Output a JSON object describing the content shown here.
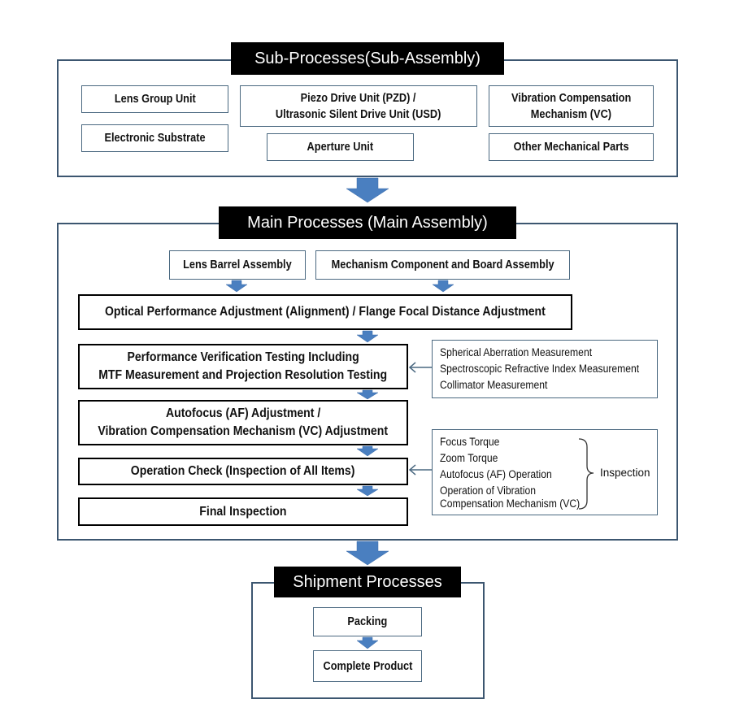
{
  "sub": {
    "title": "Sub-Processes(Sub-Assembly)",
    "lens_group": "Lens Group Unit",
    "electronic": "Electronic Substrate",
    "piezo_line1": "Piezo Drive Unit (PZD) /",
    "piezo_line2": "Ultrasonic Silent Drive Unit (USD)",
    "aperture": "Aperture Unit",
    "vc_line1": "Vibration Compensation",
    "vc_line2": "Mechanism (VC)",
    "other": "Other Mechanical Parts"
  },
  "main": {
    "title": "Main Processes (Main Assembly)",
    "lens_barrel": "Lens Barrel Assembly",
    "mechanism": "Mechanism Component and Board Assembly",
    "optical": "Optical Performance Adjustment (Alignment) / Flange Focal Distance Adjustment",
    "perf_line1": "Performance Verification Testing Including",
    "perf_line2": "MTF Measurement and Projection Resolution Testing",
    "af_line1": "Autofocus (AF) Adjustment /",
    "af_line2": "Vibration Compensation Mechanism (VC) Adjustment",
    "operation": "Operation Check (Inspection of All Items)",
    "final": "Final Inspection",
    "measurements": [
      "Spherical Aberration Measurement",
      "Spectroscopic Refractive Index Measurement",
      "Collimator Measurement"
    ],
    "inspection_items": [
      "Focus Torque",
      "Zoom Torque",
      "Autofocus (AF) Operation",
      "Operation of Vibration",
      "Compensation Mechanism (VC)"
    ],
    "inspection_label": "Inspection"
  },
  "ship": {
    "title": "Shipment Processes",
    "packing": "Packing",
    "complete": "Complete Product"
  },
  "colors": {
    "arrow": "#4a7fc0",
    "border": "#3c5670",
    "title_bg": "#000000"
  }
}
